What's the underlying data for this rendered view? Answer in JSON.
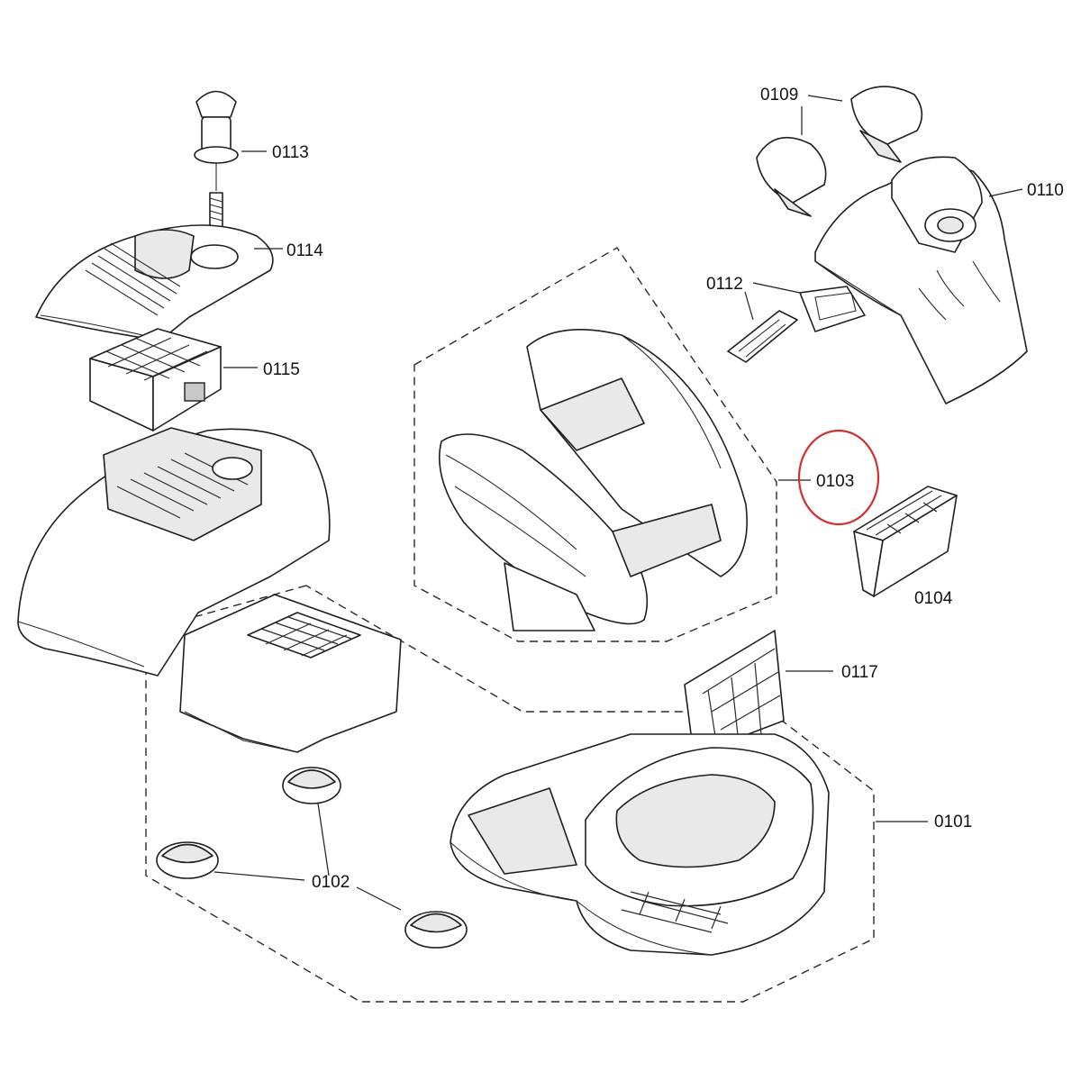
{
  "diagram": {
    "highlight_color": "#d32f2f",
    "highlighted_part": "0103",
    "labels": {
      "p0113": "0113",
      "p0114": "0114",
      "p0115": "0115",
      "p0109": "0109",
      "p0110": "0110",
      "p0112": "0112",
      "p0103": "0103",
      "p0104": "0104",
      "p0117": "0117",
      "p0101": "0101",
      "p0102": "0102"
    }
  }
}
